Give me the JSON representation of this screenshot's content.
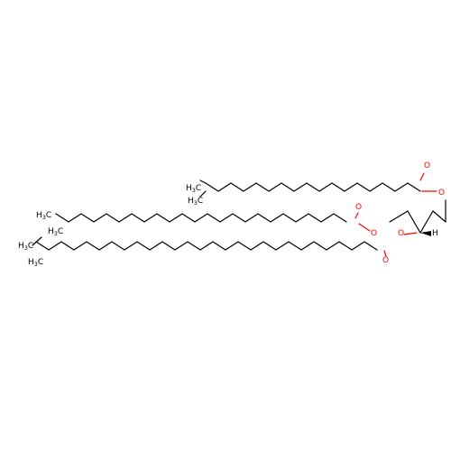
{
  "colors": {
    "carbon": "#000000",
    "oxygen": "#ff0000"
  },
  "labels": {
    "o_ketone_top": "O",
    "o_ester_top": "O",
    "o_ketone_mid": "O",
    "o_ester_mid": "O",
    "o_ester_low": "O",
    "o_ketone_low": "O",
    "hydrogen": "H",
    "methyl_1": "H",
    "methyl_1_sub": "3",
    "methyl_1_c": "C",
    "methyl_2": "H",
    "methyl_2_sub": "3",
    "methyl_2_c": "C",
    "methyl_3": "H",
    "methyl_3_sub": "3",
    "methyl_3_c": "C",
    "methyl_4": "H",
    "methyl_4_sub": "3",
    "methyl_4_c": "C",
    "methyl_5": "H",
    "methyl_5_sub": "3",
    "methyl_5_c": "C"
  }
}
